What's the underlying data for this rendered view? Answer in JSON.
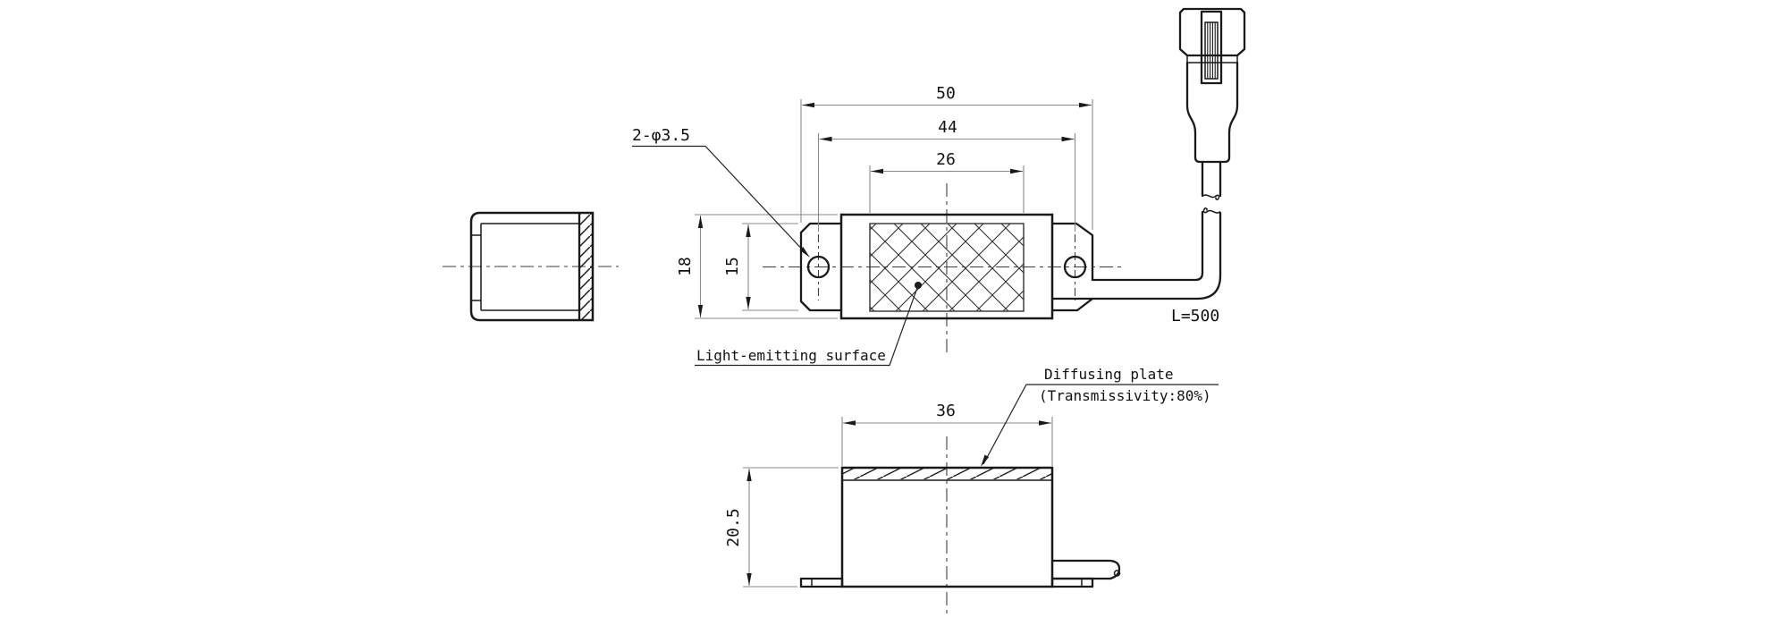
{
  "drawing": {
    "type": "mechanical-dimension-drawing",
    "part": "bar light unit with diffusing plate and cable connector",
    "units": "mm",
    "dims": {
      "overall_width": "50",
      "hole_pitch": "44",
      "emitting_width": "26",
      "body_height": "18",
      "ear_height": "15",
      "body_width": "36",
      "front_height": "20.5",
      "mounting_holes": "2-φ3.5",
      "cable_length": "L=500"
    },
    "labels": {
      "light_emitting_surface": "Light-emitting surface",
      "diffusing_plate": "Diffusing plate",
      "transmissivity": "(Transmissivity:80%)"
    },
    "colors": {
      "object_line": "#1a1a1a",
      "dimension_line": "#8a8a8a",
      "text": "#111111",
      "background": "#ffffff"
    }
  }
}
